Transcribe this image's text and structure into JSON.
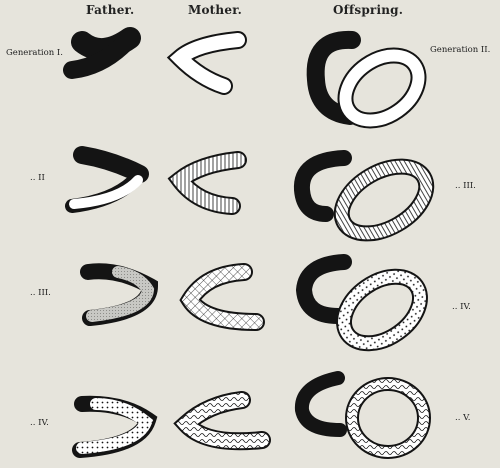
{
  "headers": {
    "father": "Father.",
    "mother": "Mother.",
    "offspring": "Offspring."
  },
  "row_labels_left": [
    "Generation I.",
    ".. II",
    ".. III.",
    ".. IV."
  ],
  "row_labels_right": [
    "Generation II.",
    ".. III.",
    ".. IV.",
    ".. V."
  ],
  "colors": {
    "ink": "#141414",
    "paper": "#e6e4dc",
    "white": "#ffffff"
  }
}
